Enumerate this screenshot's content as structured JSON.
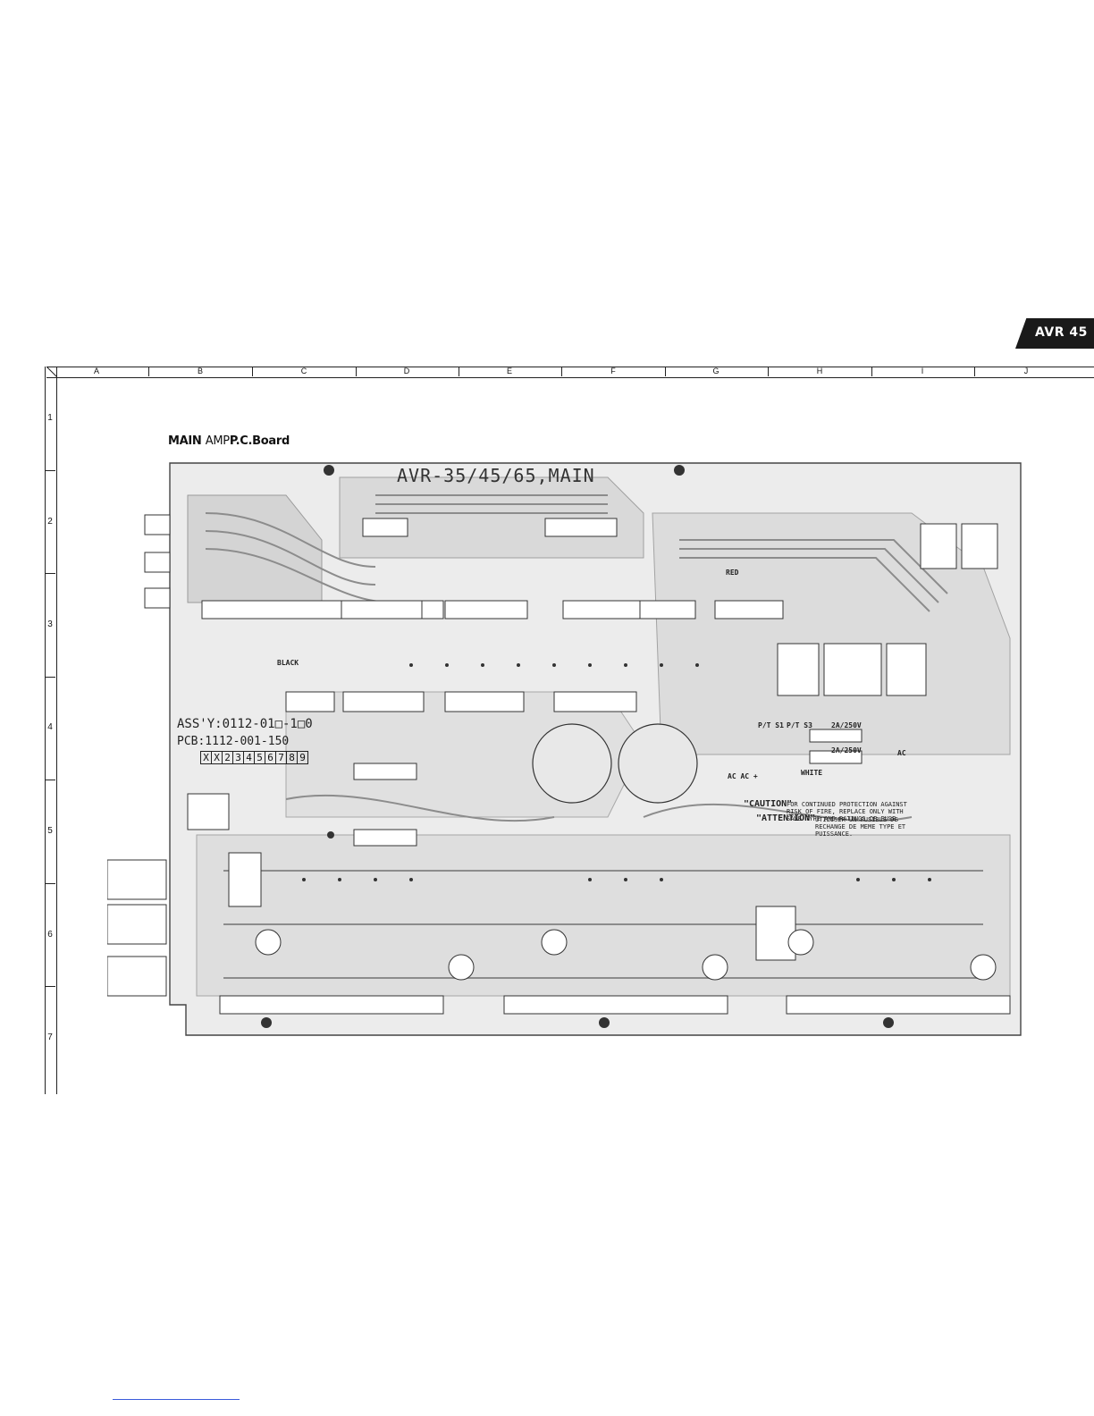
{
  "page_tab": {
    "label": "AVR 45"
  },
  "grid": {
    "columns": [
      "A",
      "B",
      "C",
      "D",
      "E",
      "F",
      "G",
      "H",
      "I",
      "J"
    ],
    "rows": [
      "1",
      "2",
      "3",
      "4",
      "5",
      "6",
      "7"
    ]
  },
  "board": {
    "title_main": "MAIN",
    "title_amp": "AMP",
    "title_rest": "P.C.Board",
    "silkscreen_title": "AVR-35/45/65,MAIN",
    "assy_label": "ASS'Y:0112-01□-1□0",
    "pcb_label": "PCB:1112-001-150",
    "digit_boxes": [
      "X",
      "X",
      "2",
      "3",
      "4",
      "5",
      "6",
      "7",
      "8",
      "9"
    ],
    "caution_text": "\"CAUTION\"",
    "attention_text": "\"ATTENTION\"",
    "caution_small": "FOR CONTINUED PROTECTION AGAINST RISK OF FIRE, REPLACE ONLY WITH SAME TYPE AND RATINGS OF FUSE.",
    "attention_small": "UTILISER UN FUSIBLE DE RECHANGE DE MEME TYPE ET PUISSANCE.",
    "fuse_labels": [
      "2A/250V",
      "2A/250V"
    ],
    "switch_labels": [
      "P/T S1",
      "P/T S3"
    ],
    "red_label": "RED",
    "black_label": "BLACK",
    "white_label": "WHITE",
    "ac_label": "AC",
    "ac_in_label": "AC AC +"
  }
}
